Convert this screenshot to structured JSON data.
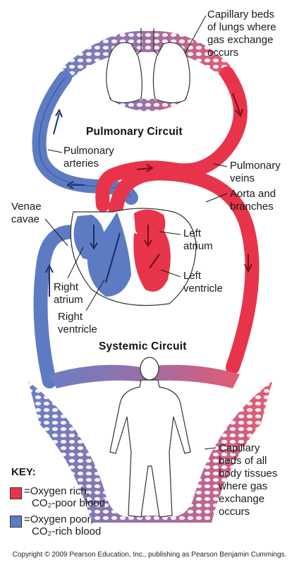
{
  "labels": {
    "lungs_capillary": [
      "Capillary beds",
      "of lungs where",
      "gas exchange",
      "occurs"
    ],
    "pulmonary_circuit": "Pulmonary Circuit",
    "pulmonary_arteries": [
      "Pulmonary",
      "arteries"
    ],
    "pulmonary_veins": [
      "Pulmonary",
      "veins"
    ],
    "aorta": [
      "Aorta and",
      "branches"
    ],
    "venae_cavae": [
      "Venae",
      "cavae"
    ],
    "left_atrium": [
      "Left",
      "atrium"
    ],
    "left_ventricle": [
      "Left",
      "ventricle"
    ],
    "right_atrium": [
      "Right",
      "atrium"
    ],
    "right_ventricle": [
      "Right",
      "ventricle"
    ],
    "systemic_circuit": "Systemic Circuit",
    "body_capillary": [
      "Capillary",
      "beds of all",
      "body tissues",
      "where gas",
      "exchange",
      "occurs"
    ]
  },
  "key": {
    "title": "KEY:",
    "items": [
      {
        "symbol": "=",
        "lines": [
          "Oxygen rich,",
          "CO₂-poor blood"
        ],
        "color": "#e8344a"
      },
      {
        "symbol": "=",
        "lines": [
          "Oxygen poor,",
          "CO₂-rich blood"
        ],
        "color": "#5c7bc2"
      }
    ]
  },
  "copyright": "Copyright © 2009 Pearson Education, Inc., publishing as Pearson Benjamin Cummings.",
  "colors": {
    "oxygen_rich": "#e8344a",
    "oxygen_poor": "#5c7bc2",
    "mixed": "#9a6fa6",
    "line": "#1a1a1a"
  }
}
